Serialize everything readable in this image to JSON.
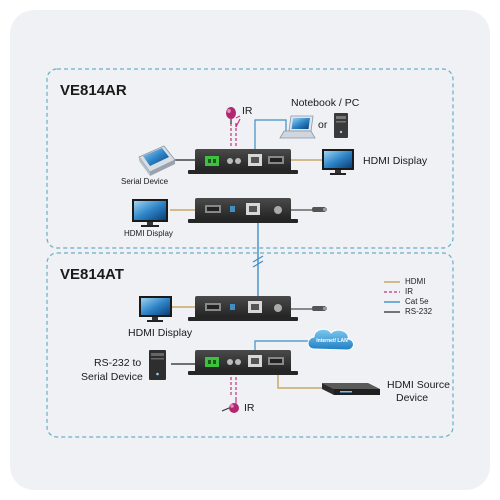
{
  "colors": {
    "hdmi": "#c9a86a",
    "ir": "#c2357f",
    "cat5e": "#3f8fc4",
    "rs232": "#222222",
    "panel_border": "#6aaec8",
    "device_body": "#2f2f2f"
  },
  "receiver": {
    "title": "VE814AR",
    "ir_label": "IR",
    "notebook_label": "Notebook / PC",
    "or_label": "or",
    "serial_device_label": "Serial Device",
    "hdmi_display_right_label": "HDMI Display",
    "hdmi_display_left_label": "HDMI Display"
  },
  "transmitter": {
    "title": "VE814AT",
    "hdmi_display_label": "HDMI Display",
    "rs232_line1": "RS-232 to",
    "rs232_line2": "Serial Device",
    "cloud_label": "Internet/ LAN",
    "source_line1": "HDMI Source",
    "source_line2": "Device",
    "ir_label": "IR"
  },
  "legend": {
    "items": [
      {
        "label": "HDMI",
        "color_key": "hdmi",
        "style": "solid"
      },
      {
        "label": "IR",
        "color_key": "ir",
        "style": "dashed"
      },
      {
        "label": "Cat 5e",
        "color_key": "cat5e",
        "style": "solid"
      },
      {
        "label": "RS-232",
        "color_key": "rs232",
        "style": "solid"
      }
    ]
  },
  "icons": {
    "ir_emitter": "ir-emitter-icon",
    "ir_receiver": "ir-receiver-icon",
    "notebook": "notebook-icon",
    "pc_tower": "pc-tower-icon",
    "serial_device": "serial-device-icon",
    "display": "display-icon",
    "cloud": "cloud-icon",
    "source_player": "media-player-icon"
  }
}
